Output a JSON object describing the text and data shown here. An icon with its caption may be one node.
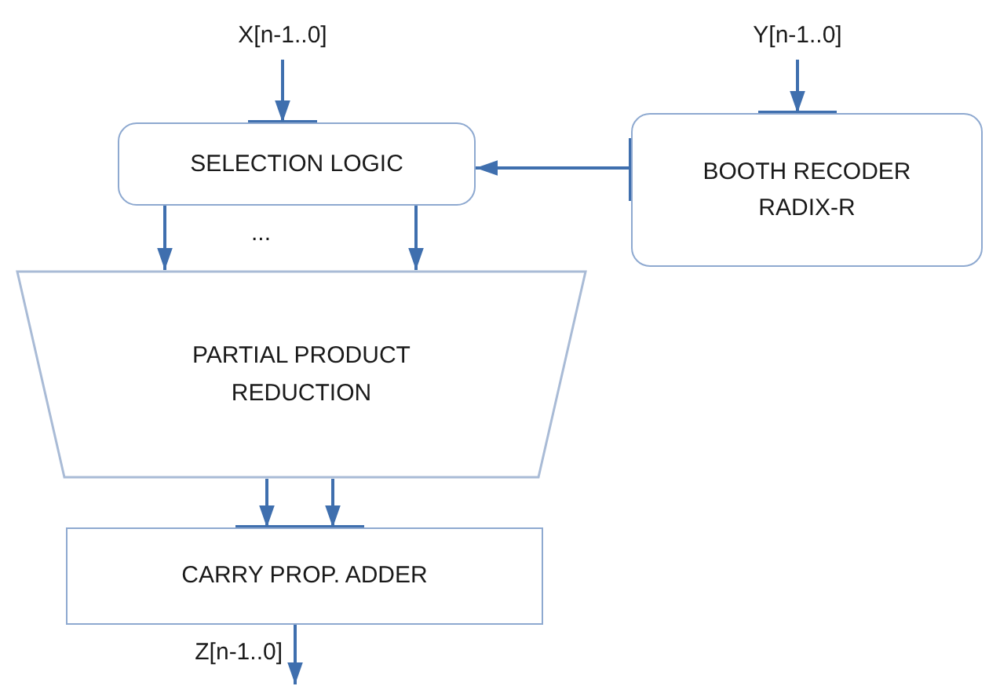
{
  "diagram": {
    "nodes": [
      {
        "text": [
          "X[n-1..0]"
        ]
      },
      {
        "text": [
          "SELECTION LOGIC"
        ]
      },
      {
        "text": [
          "Y[n-1..0]"
        ]
      },
      {
        "text": [
          "BOOTH RECODER RADIX-R"
        ]
      },
      {
        "text": [
          "PARTIAL PRODUCT REDUCTION"
        ]
      },
      {
        "text": [
          "CARRY PROP. ADDER"
        ]
      }
    ],
    "edges": [
      {
        "from": 0,
        "to": 1,
        "arrow": "to"
      },
      {
        "from": 2,
        "to": 3,
        "arrow": "to"
      },
      {
        "from": 3,
        "to": 1,
        "arrow": "to"
      },
      {
        "from": 1,
        "to": 4,
        "arrow": "to"
      },
      {
        "from": 1,
        "to": 4,
        "arrow": "to"
      },
      {
        "from": 4,
        "to": 5,
        "arrow": "to"
      },
      {
        "from": 4,
        "to": 5,
        "arrow": "to"
      },
      {
        "from": 5,
        "to": null,
        "label": "Z[n-1..0]",
        "arrow": "to"
      }
    ],
    "labels": [
      "..."
    ]
  }
}
